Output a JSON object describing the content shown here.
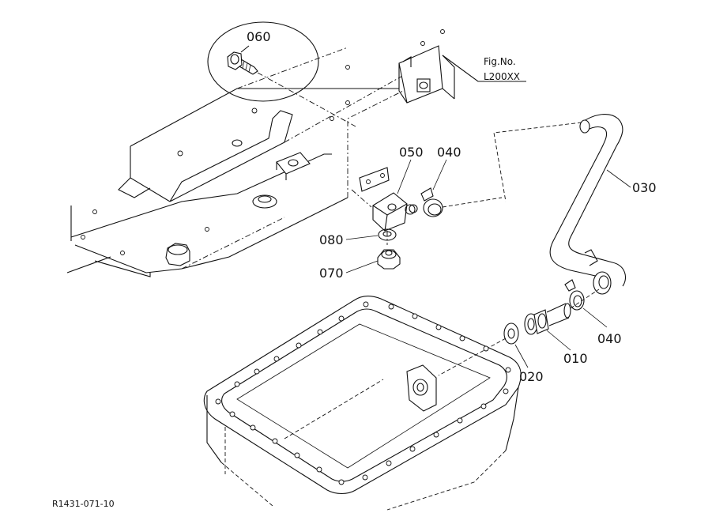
{
  "figure": {
    "fig_label": "Fig.No.",
    "fig_number": "L200XX",
    "drawing_id": "R1431-071-10"
  },
  "callouts": [
    {
      "id": "060",
      "label": "060"
    },
    {
      "id": "050",
      "label": "050"
    },
    {
      "id": "040a",
      "label": "040"
    },
    {
      "id": "030",
      "label": "030"
    },
    {
      "id": "080",
      "label": "080"
    },
    {
      "id": "070",
      "label": "070"
    },
    {
      "id": "040b",
      "label": "040"
    },
    {
      "id": "010",
      "label": "010"
    },
    {
      "id": "020",
      "label": "020"
    }
  ]
}
